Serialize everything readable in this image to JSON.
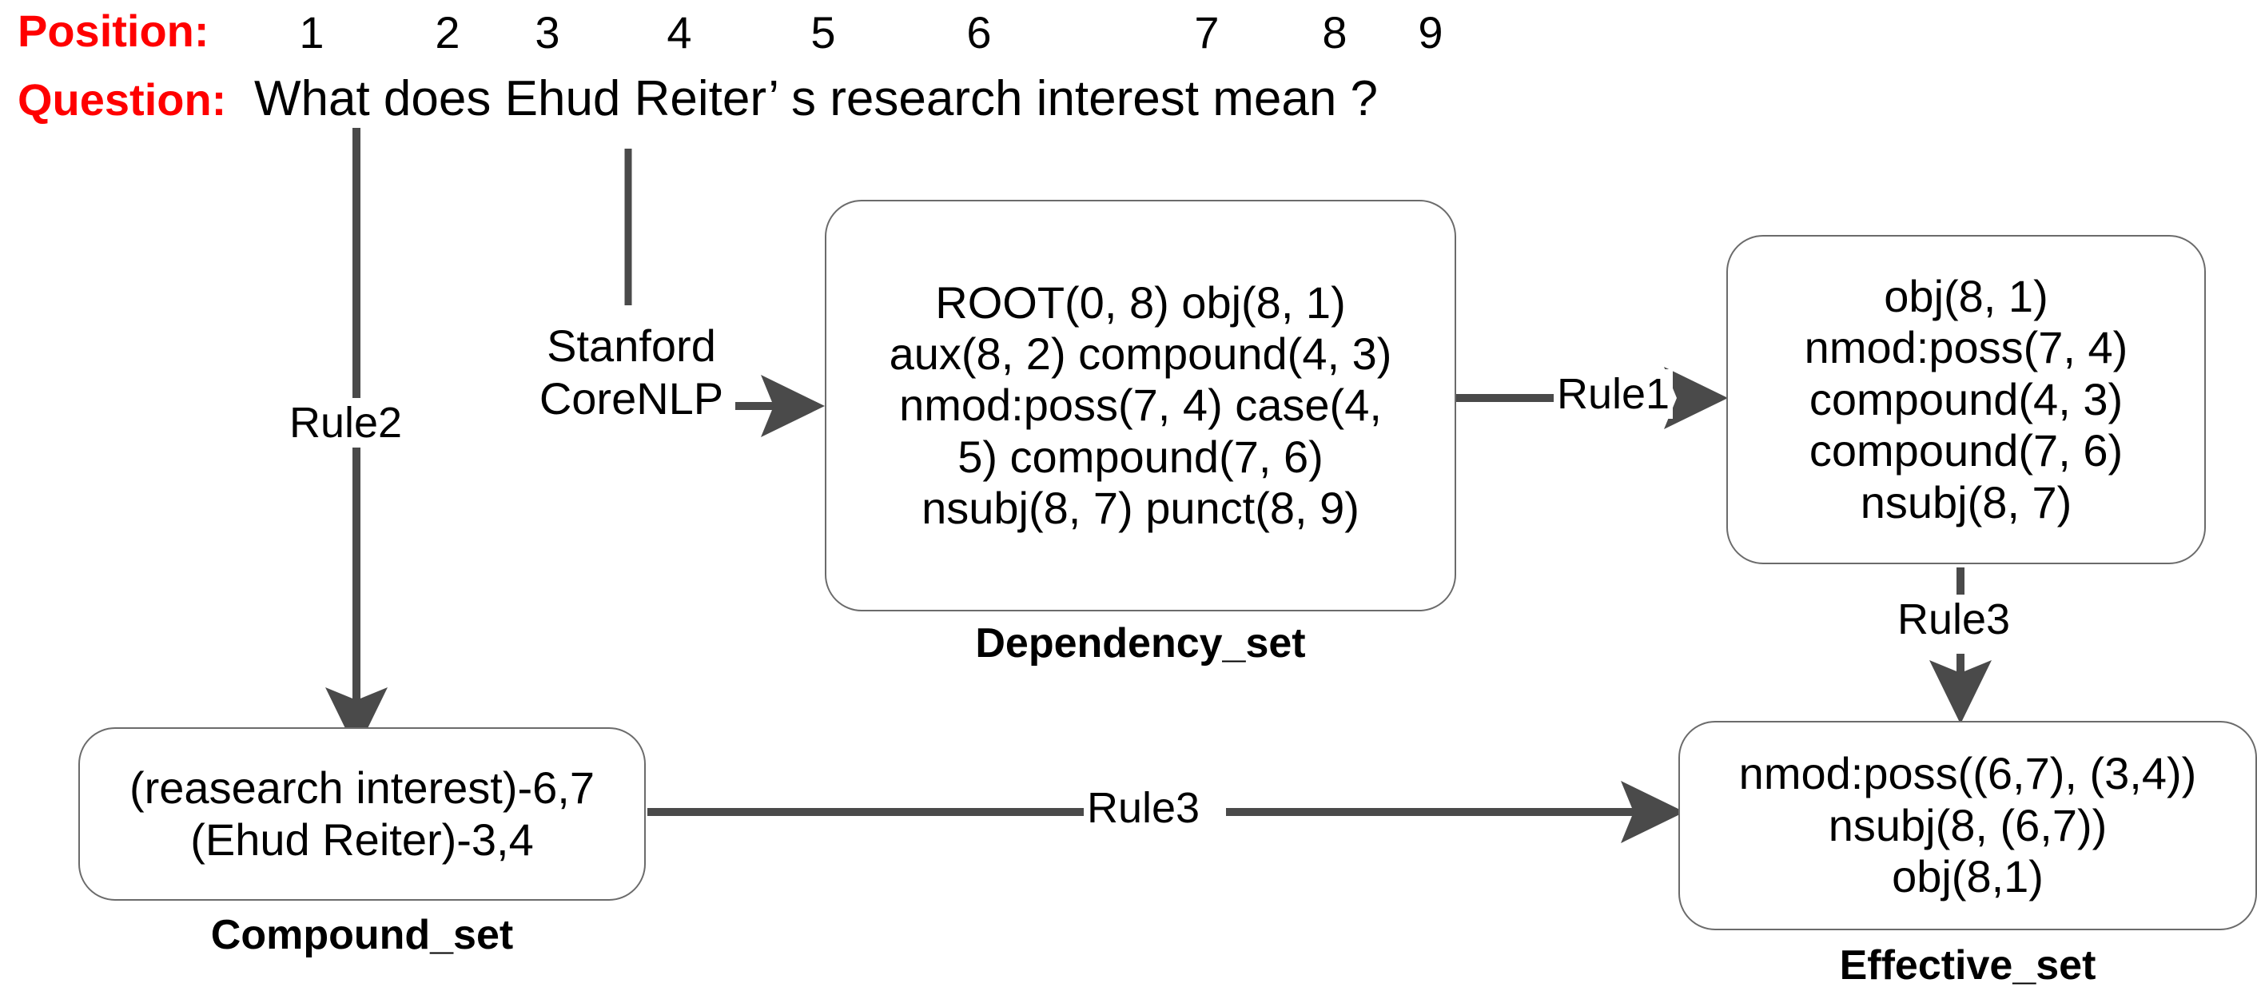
{
  "header": {
    "position_label": "Position:",
    "question_label": "Question:",
    "label_color": "#ff0000",
    "positions": [
      "1",
      "2",
      "3",
      "4",
      "5",
      "6",
      "7",
      "8",
      "9"
    ],
    "question_text": "What does Ehud Reiter’ s research interest mean ?"
  },
  "edges": {
    "rule2": "Rule2",
    "stanford_corenlp_line1": "Stanford",
    "stanford_corenlp_line2": "CoreNLP",
    "rule1": "Rule1",
    "rule3_vertical": "Rule3",
    "rule3_horizontal": "Rule3"
  },
  "boxes": {
    "dependency_set": {
      "caption": "Dependency_set",
      "lines": [
        "ROOT(0, 8) obj(8, 1)",
        "aux(8, 2) compound(4, 3)",
        "nmod:poss(7, 4) case(4,",
        "5) compound(7, 6)",
        "nsubj(8, 7) punct(8, 9)"
      ]
    },
    "filtered_set": {
      "caption": "",
      "lines": [
        "obj(8, 1)",
        "nmod:poss(7, 4)",
        "compound(4, 3)",
        "compound(7, 6)",
        "nsubj(8, 7)"
      ]
    },
    "compound_set": {
      "caption": "Compound_set",
      "lines": [
        "(reasearch interest)-6,7",
        "(Ehud Reiter)-3,4"
      ]
    },
    "effective_set": {
      "caption": "Effective_set",
      "lines": [
        "nmod:poss((6,7), (3,4))",
        "nsubj(8, (6,7))",
        "obj(8,1)"
      ]
    }
  },
  "style": {
    "stroke_color": "#4a4a4a",
    "box_border_color": "#6b6b6b",
    "background": "#ffffff"
  }
}
